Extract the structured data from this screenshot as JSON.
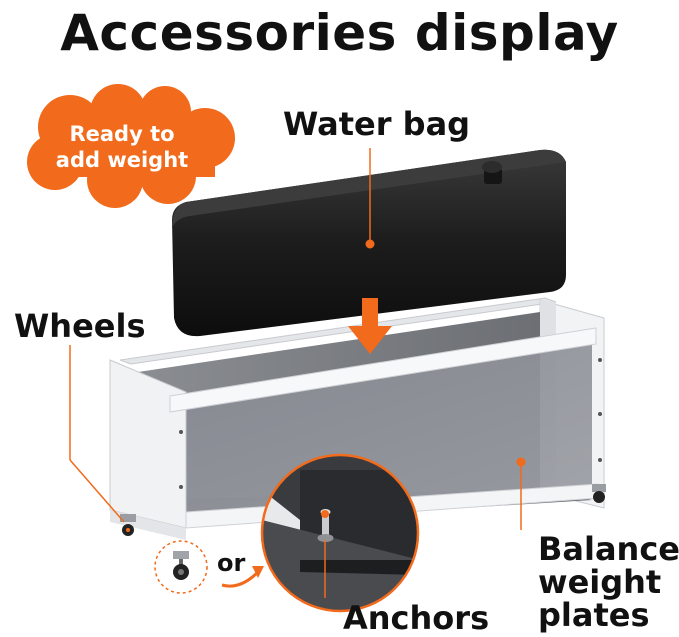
{
  "title": "Accessories display",
  "badge": {
    "line1": "Ready to",
    "line2": "add weight"
  },
  "labels": {
    "water_bag": "Water bag",
    "wheels": "Wheels",
    "or": "or",
    "anchors": "Anchors",
    "balance_line1": "Balance",
    "balance_line2": "weight",
    "balance_line3": "plates"
  },
  "colors": {
    "accent": "#F26A1B",
    "water_bag": "#1C1C1C",
    "frame": "#E9EAEC",
    "steel_plate": "#7A7D82"
  }
}
